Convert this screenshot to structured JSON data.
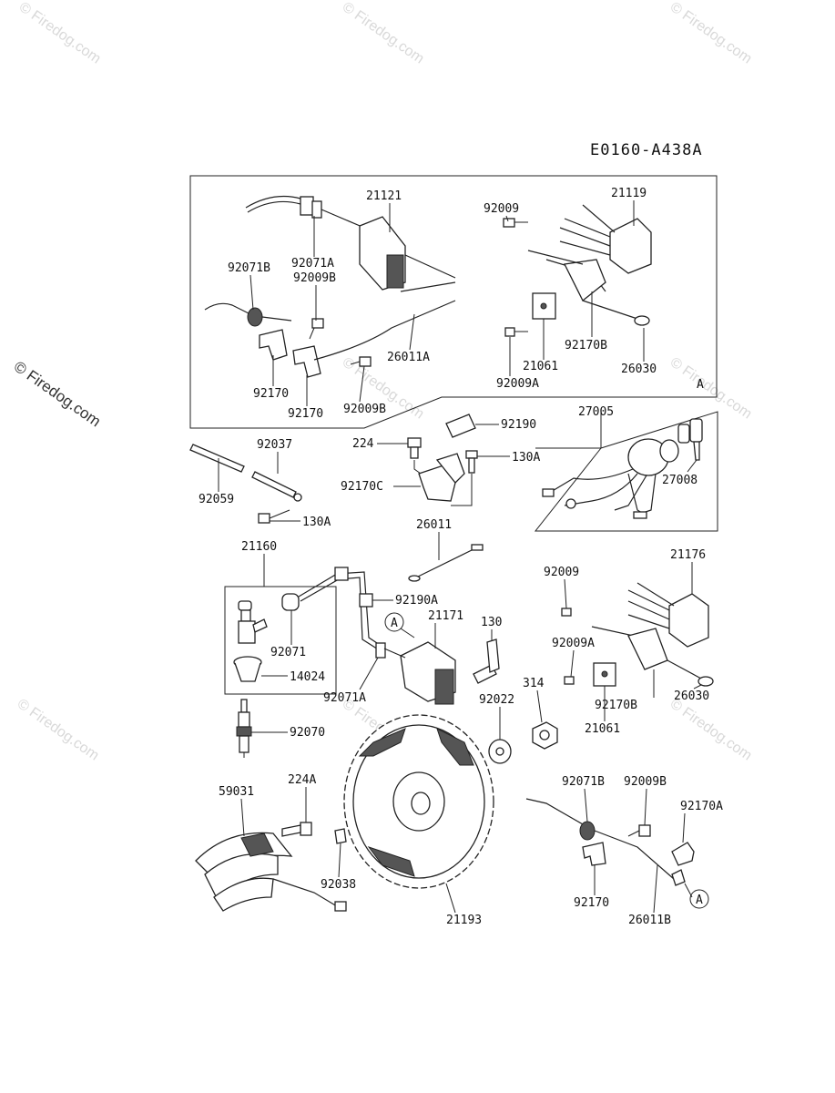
{
  "diagram_code": "E0160-A438A",
  "watermark_text": "© Firedog.com",
  "colors": {
    "line": "#222222",
    "watermark": "#d9d9d9"
  },
  "labels": {
    "p21121": "21121",
    "p21119": "21119",
    "p92009": "92009",
    "p92071A_top": "92071A",
    "p92009B_top": "92009B",
    "p92071B_top": "92071B",
    "p26011A": "26011A",
    "p92170B_top": "92170B",
    "p21061_top": "21061",
    "p26030_top": "26030",
    "p92009A_top": "92009A",
    "p92170_l1": "92170",
    "p92170_l2": "92170",
    "p92009B_l2": "92009B",
    "box_A_mark": "A",
    "p92190": "92190",
    "p27005": "27005",
    "p224": "224",
    "p130A_a": "130A",
    "p92037": "92037",
    "p92170C": "92170C",
    "p27008": "27008",
    "p92059": "92059",
    "p130A_b": "130A",
    "p26011": "26011",
    "p21160": "21160",
    "p21176": "21176",
    "p92009_r": "92009",
    "p92190A": "92190A",
    "p21171": "21171",
    "p130": "130",
    "p92071": "92071",
    "p92009A_r": "92009A",
    "p14024": "14024",
    "p92071A_mid": "92071A",
    "p92022": "92022",
    "p314": "314",
    "p92170B_r": "92170B",
    "p26030_r": "26030",
    "p21061_r": "21061",
    "p92070": "92070",
    "p59031": "59031",
    "p224A": "224A",
    "p92071B_b": "92071B",
    "p92009B_b": "92009B",
    "p92170A": "92170A",
    "p92038": "92038",
    "p92170_b": "92170",
    "p26011B": "26011B",
    "p21193": "21193",
    "circle_A_mid": "A",
    "circle_A_bot": "A"
  }
}
